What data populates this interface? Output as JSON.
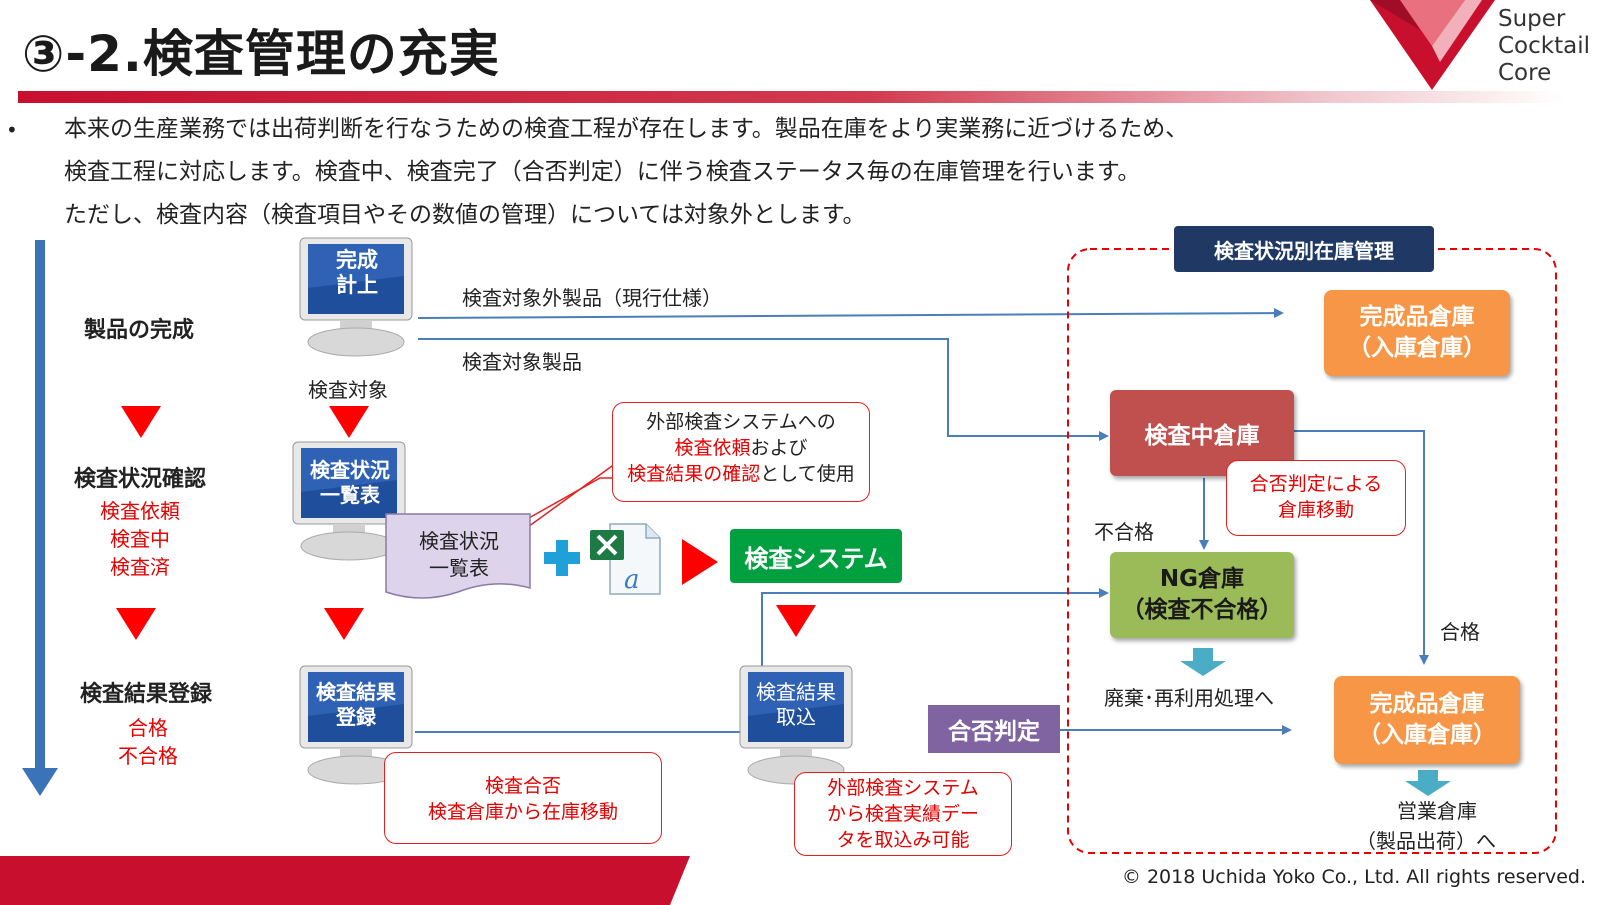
{
  "title": "③-2.検査管理の充実",
  "brand": {
    "line1": "Super",
    "line2": "Cocktail",
    "line3": "Core"
  },
  "intro": {
    "bullet": "•",
    "line1": "本来の生産業務では出荷判断を行なうための検査工程が存在します。製品在庫をより実業務に近づけるため、",
    "line2": "検査工程に対応します。検査中、検査完了（合否判定）に伴う検査ステータス毎の在庫管理を行います。",
    "line3": "ただし、検査内容（検査項目やその数値の管理）については対象外とします。"
  },
  "stages": {
    "complete": "製品の完成",
    "status_check": "検査状況確認",
    "status_items": [
      "検査依頼",
      "検査中",
      "検査済"
    ],
    "result_register": "検査結果登録",
    "result_items": [
      "合格",
      "不合格"
    ]
  },
  "monitors": {
    "complete": [
      "完成",
      "計上"
    ],
    "status_list": [
      "検査状況",
      "一覧表"
    ],
    "result_register": [
      "検査結果",
      "登録"
    ],
    "result_import": [
      "検査結果",
      "取込"
    ]
  },
  "labels": {
    "inspection_target": "検査対象",
    "non_target_product": "検査対象外製品（現行仕様）",
    "target_product": "検査対象製品",
    "fail": "不合格",
    "pass": "合格",
    "disposal": "廃棄･再利用処理へ",
    "sales_line1": "営業倉庫",
    "sales_line2": "（製品出荷）へ"
  },
  "document": [
    "検査状況",
    "一覧表"
  ],
  "excel_letter": "a",
  "inspection_system": "検査システム",
  "pass_fail_judgement": "合否判定",
  "panel_title": "検査状況別在庫管理",
  "warehouses": {
    "finished_top": [
      "完成品倉庫",
      "（入庫倉庫）"
    ],
    "inspecting": "検査中倉庫",
    "ng": [
      "NG倉庫",
      "（検査不合格）"
    ],
    "finished_bottom": [
      "完成品倉庫",
      "（入庫倉庫）"
    ]
  },
  "callouts": {
    "external": {
      "line1": "外部検査システムへの",
      "line2_hl": "検査依頼",
      "line2_rest": "および",
      "line3_hl": "検査結果の確認",
      "line3_rest": "として使用"
    },
    "judgement_move": [
      "合否判定による",
      "倉庫移動"
    ],
    "result": [
      "検査合否",
      "検査倉庫から在庫移動"
    ],
    "import": [
      "外部検査システム",
      "から検査実績デー",
      "タを取込み可能"
    ]
  },
  "copyright": "© 2018 Uchida Yoko Co., Ltd. All rights reserved.",
  "colors": {
    "accent_red": "#c8102e",
    "arrow_blue": "#4a7ebb",
    "orange": "#f79646",
    "inspecting_red": "#c0504d",
    "ng_green": "#9bbb59",
    "system_green": "#00a040",
    "navy": "#1f3864",
    "judgement_purple": "#8064a2"
  }
}
